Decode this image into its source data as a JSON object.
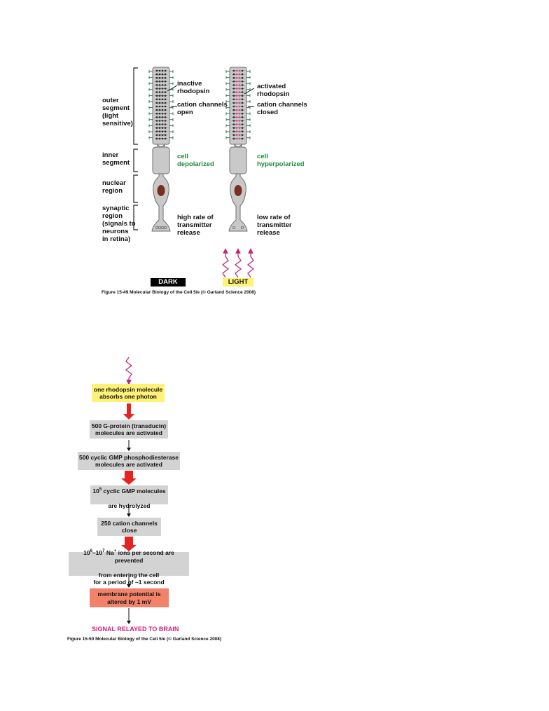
{
  "figure1": {
    "region_labels": {
      "outer": "outer\nsegment\n(light\nsensitive)",
      "inner": "inner\nsegment",
      "nuclear": "nuclear\nregion",
      "synaptic": "synaptic\nregion\n(signals to\nneurons\nin retina)"
    },
    "dark": {
      "rhodopsin": "inactive\nrhodopsin",
      "channels": "cation channels\nopen",
      "state": "cell\ndepolarized",
      "release": "high rate of\ntransmitter\nrelease",
      "tag": "DARK"
    },
    "light": {
      "rhodopsin": "activated\nrhodopsin",
      "channels": "cation channels\nclosed",
      "state": "cell\nhyperpolarized",
      "release": "low rate of\ntransmitter\nrelease",
      "tag": "LIGHT"
    },
    "caption": "Figure 15-49  Molecular Biology of the Cell 5/e (© Garland Science 2008)"
  },
  "figure2": {
    "step1": "one rhodopsin molecule\nabsorbs one photon",
    "step2": "500 G-protein (transducin)\nmolecules are activated",
    "step3": "500  cyclic GMP phosphodiesterase\nmolecules are activated",
    "step4_base": "10",
    "step4_exp": "5",
    "step4_rest": " cyclic GMP molecules",
    "step4_line2": "are hydrolyzed",
    "step5": "250 cation channels\nclose",
    "step6_a": "10",
    "step6_a_exp": "6",
    "step6_b": "–10",
    "step6_b_exp": "7",
    "step6_c": " Na",
    "step6_c_exp": "+",
    "step6_d": " ions per second are prevented",
    "step6_line2": "from entering the cell\nfor a period of ~1 second",
    "step7": "membrane potential is\naltered by 1 mV",
    "signal": "SIGNAL RELAYED TO BRAIN",
    "caption": "Figure 15-50  Molecular Biology of the Cell 5/e (© Garland Science 2008)"
  },
  "colors": {
    "cell_fill": "#c9c9c9",
    "cell_stroke": "#6e6e6e",
    "nucleus": "#7a2e22",
    "disc_dark": "#2b2b2b",
    "disc_light": "#d24b86",
    "channel": "#2f7a5e",
    "photon": "#c2287a",
    "yellow": "#fff276",
    "gray_box": "#d3d3d3",
    "salmon": "#f2836a",
    "red_arrow": "#e52421",
    "signal": "#d11f7b",
    "green_text": "#1e8a3a"
  }
}
